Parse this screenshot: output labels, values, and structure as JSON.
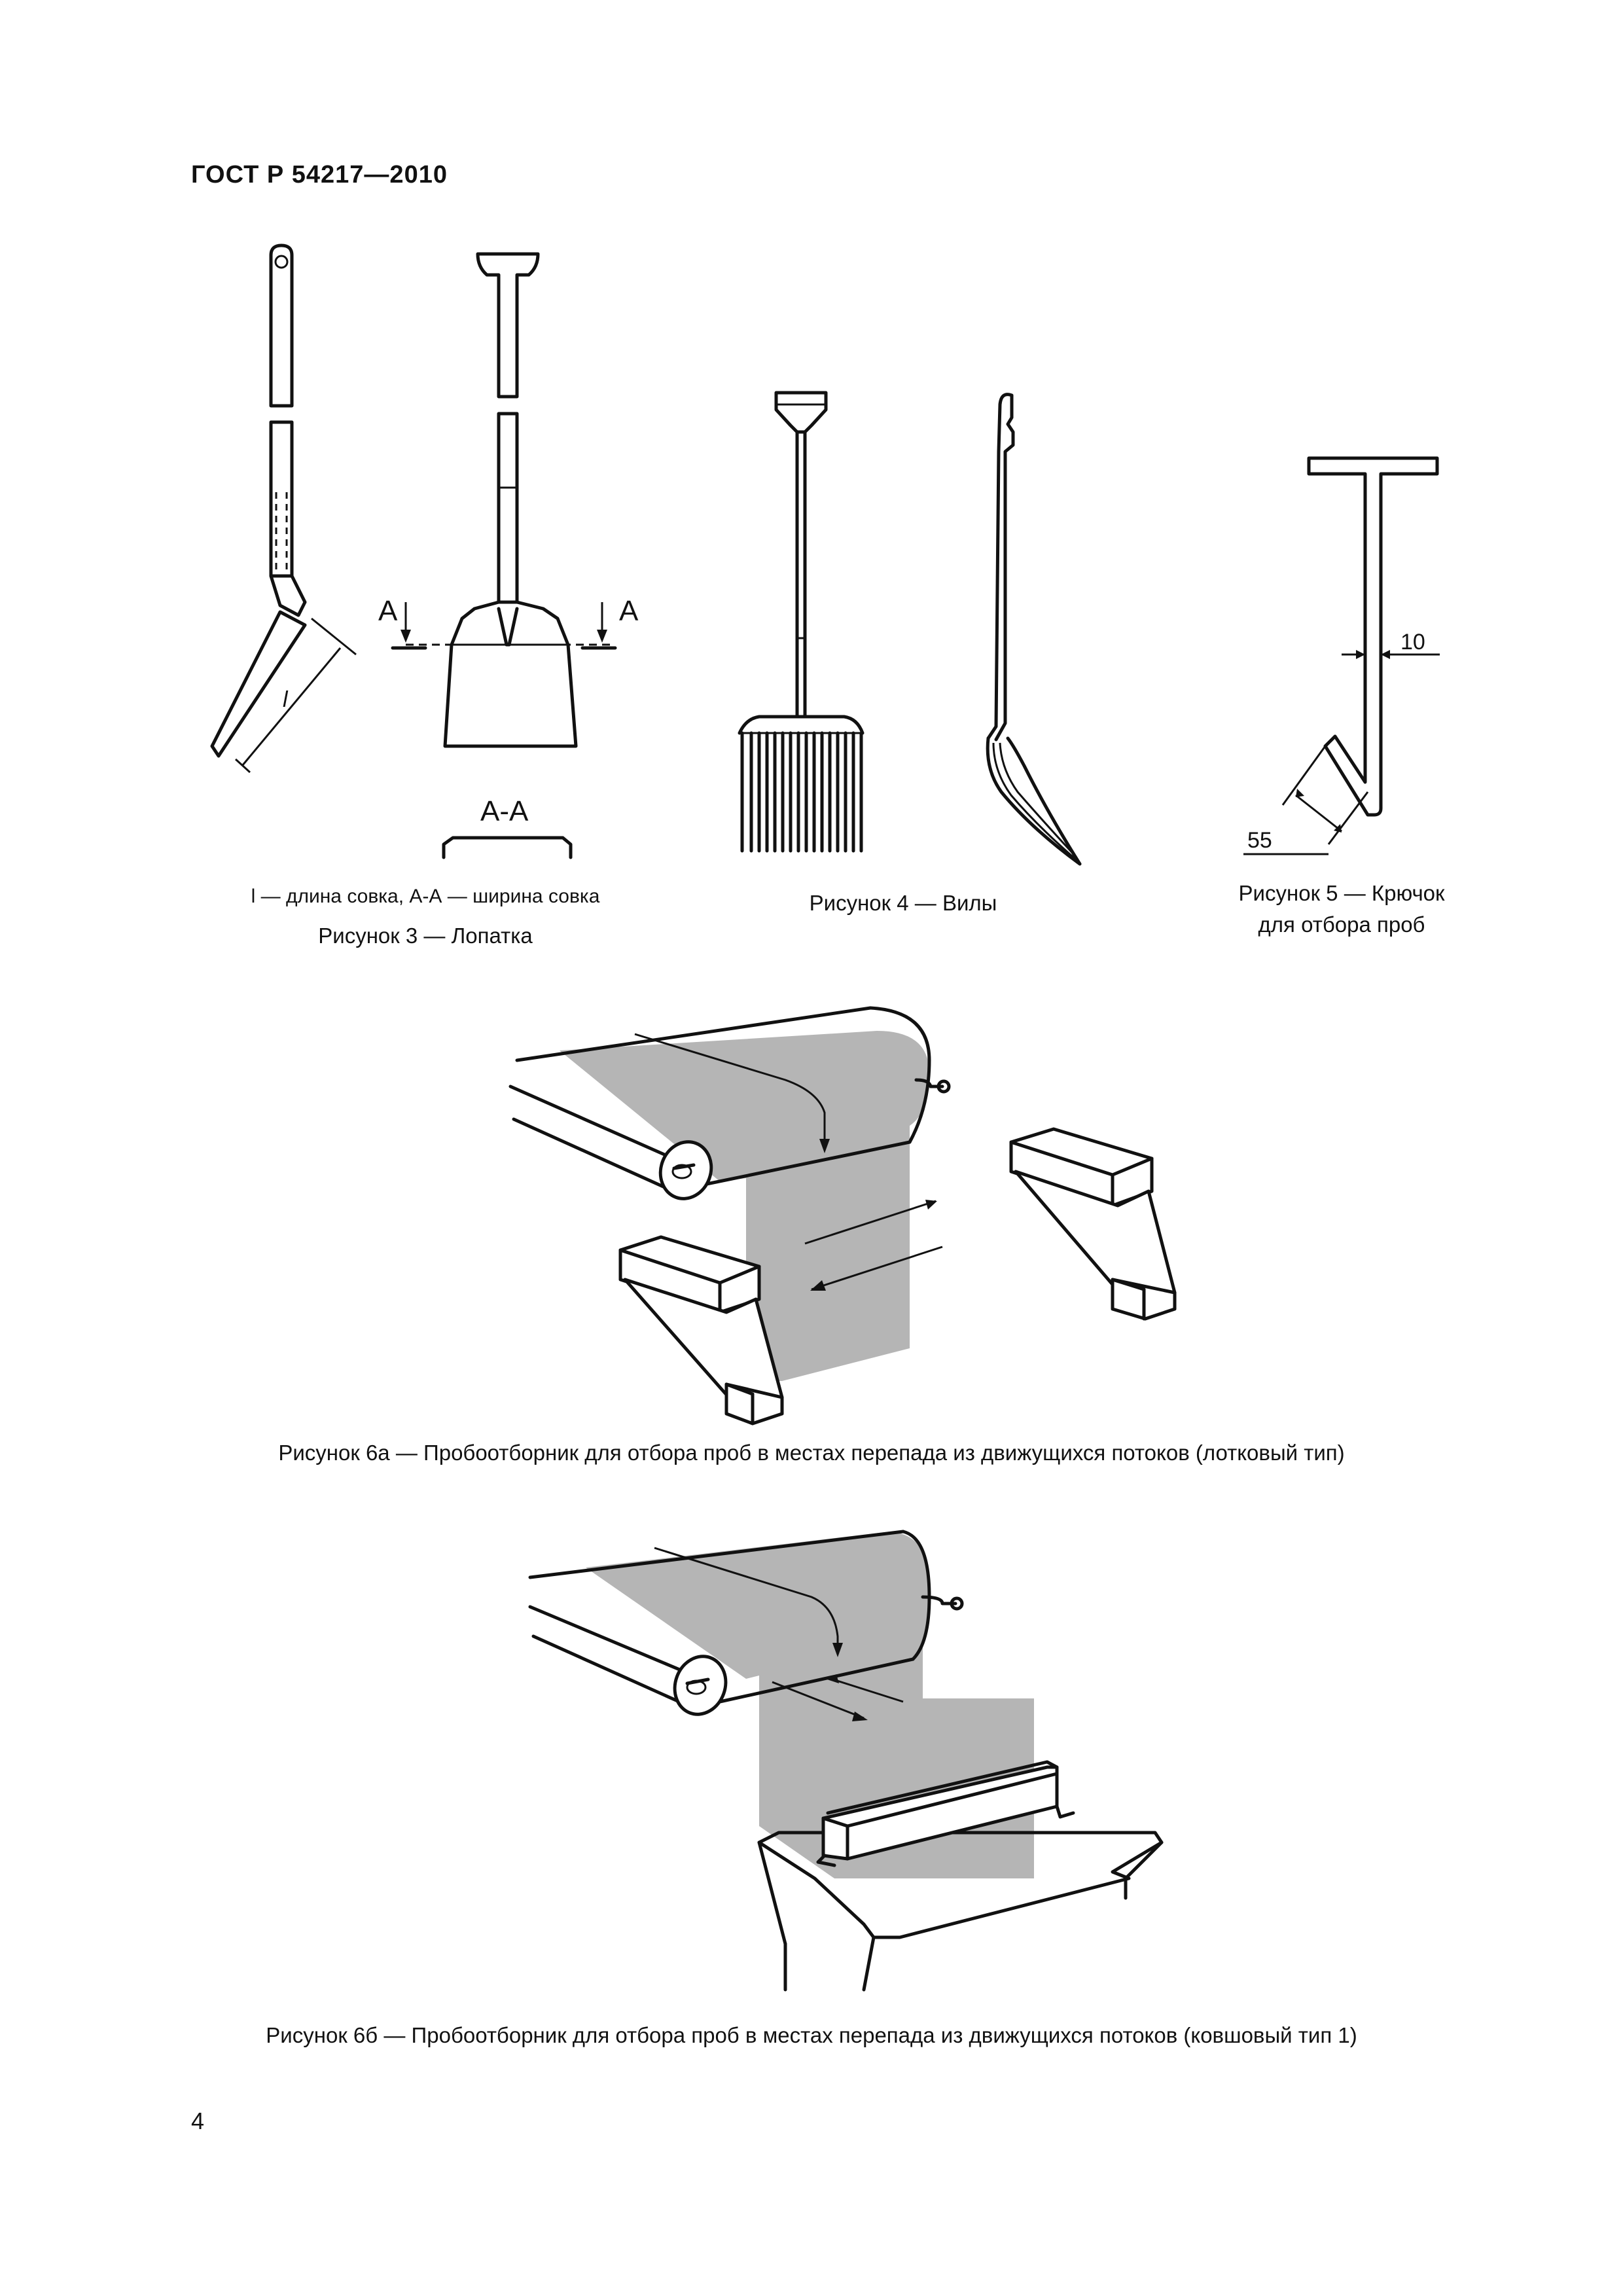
{
  "header": {
    "doc_id": "ГОСТ Р 54217—2010"
  },
  "figure3": {
    "section_label_left": "А",
    "section_label_right": "А",
    "section_title": "А-А",
    "length_symbol": "l",
    "legend": "l — длина совка, А-А — ширина совка",
    "caption": "Рисунок 3 — Лопатка"
  },
  "figure4": {
    "caption": "Рисунок 4 — Вилы"
  },
  "figure5": {
    "dim_width": "10",
    "dim_length": "55",
    "caption_line1": "Рисунок 5 — Крючок",
    "caption_line2": "для отбора проб"
  },
  "figure6a": {
    "caption": "Рисунок  6а — Пробоотборник для отбора проб в местах перепада из движущихся потоков (лотковый тип)"
  },
  "figure6b": {
    "caption": "Рисунок  6б — Пробоотборник для отбора проб в местах перепада из движущихся потоков (ковшовый тип 1)"
  },
  "page": {
    "number": "4"
  }
}
